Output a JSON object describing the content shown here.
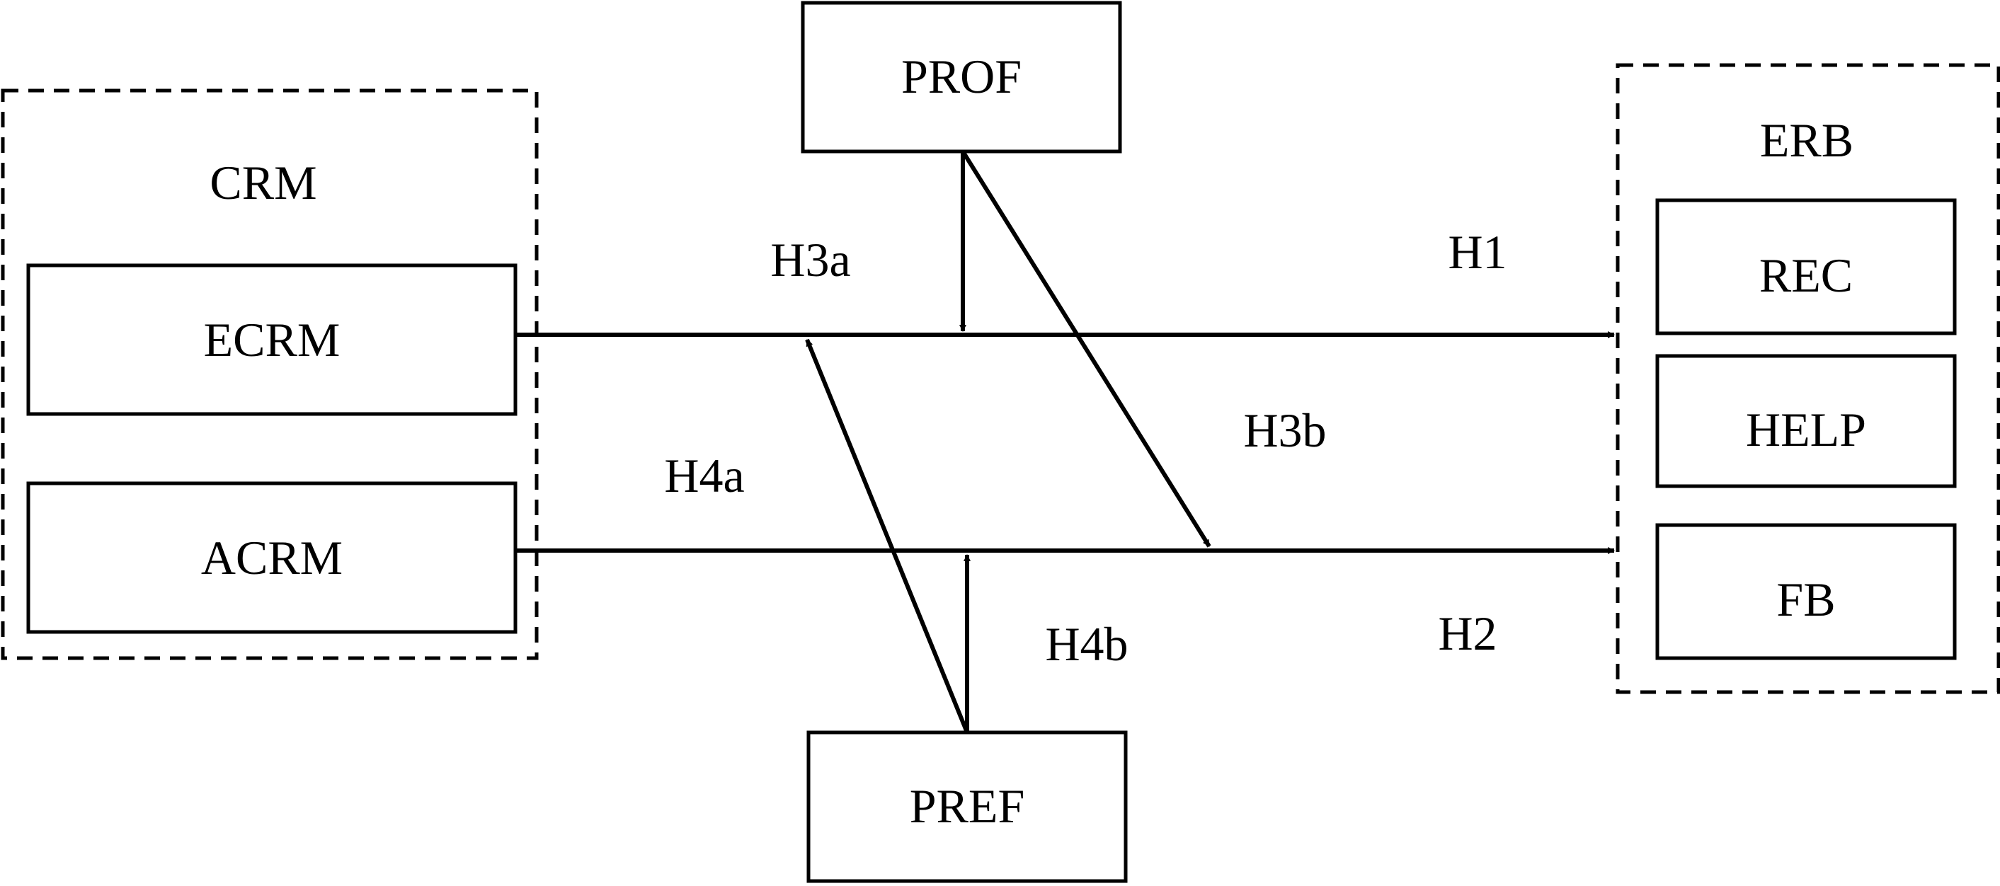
{
  "colors": {
    "stroke": "#000000",
    "text": "#000000",
    "background": "#ffffff"
  },
  "groups": {
    "crm": {
      "title": "CRM"
    },
    "erb": {
      "title": "ERB"
    }
  },
  "nodes": {
    "ecrm": "ECRM",
    "acrm": "ACRM",
    "prof": "PROF",
    "pref": "PREF",
    "rec": "REC",
    "help": "HELP",
    "fb": "FB"
  },
  "hypotheses": {
    "h1": "H1",
    "h2": "H2",
    "h3a": "H3a",
    "h3b": "H3b",
    "h4a": "H4a",
    "h4b": "H4b"
  },
  "edges": [
    {
      "from": "ECRM",
      "to": "ERB",
      "label": "H1"
    },
    {
      "from": "ACRM",
      "to": "ERB",
      "label": "H2"
    },
    {
      "from": "PROF",
      "to": "ECRM-ERB path",
      "label": "H3a"
    },
    {
      "from": "PROF",
      "to": "ACRM-ERB path",
      "label": "H3b"
    },
    {
      "from": "PREF",
      "to": "ECRM-ERB path",
      "label": "H4a"
    },
    {
      "from": "PREF",
      "to": "ACRM-ERB path",
      "label": "H4b"
    }
  ]
}
